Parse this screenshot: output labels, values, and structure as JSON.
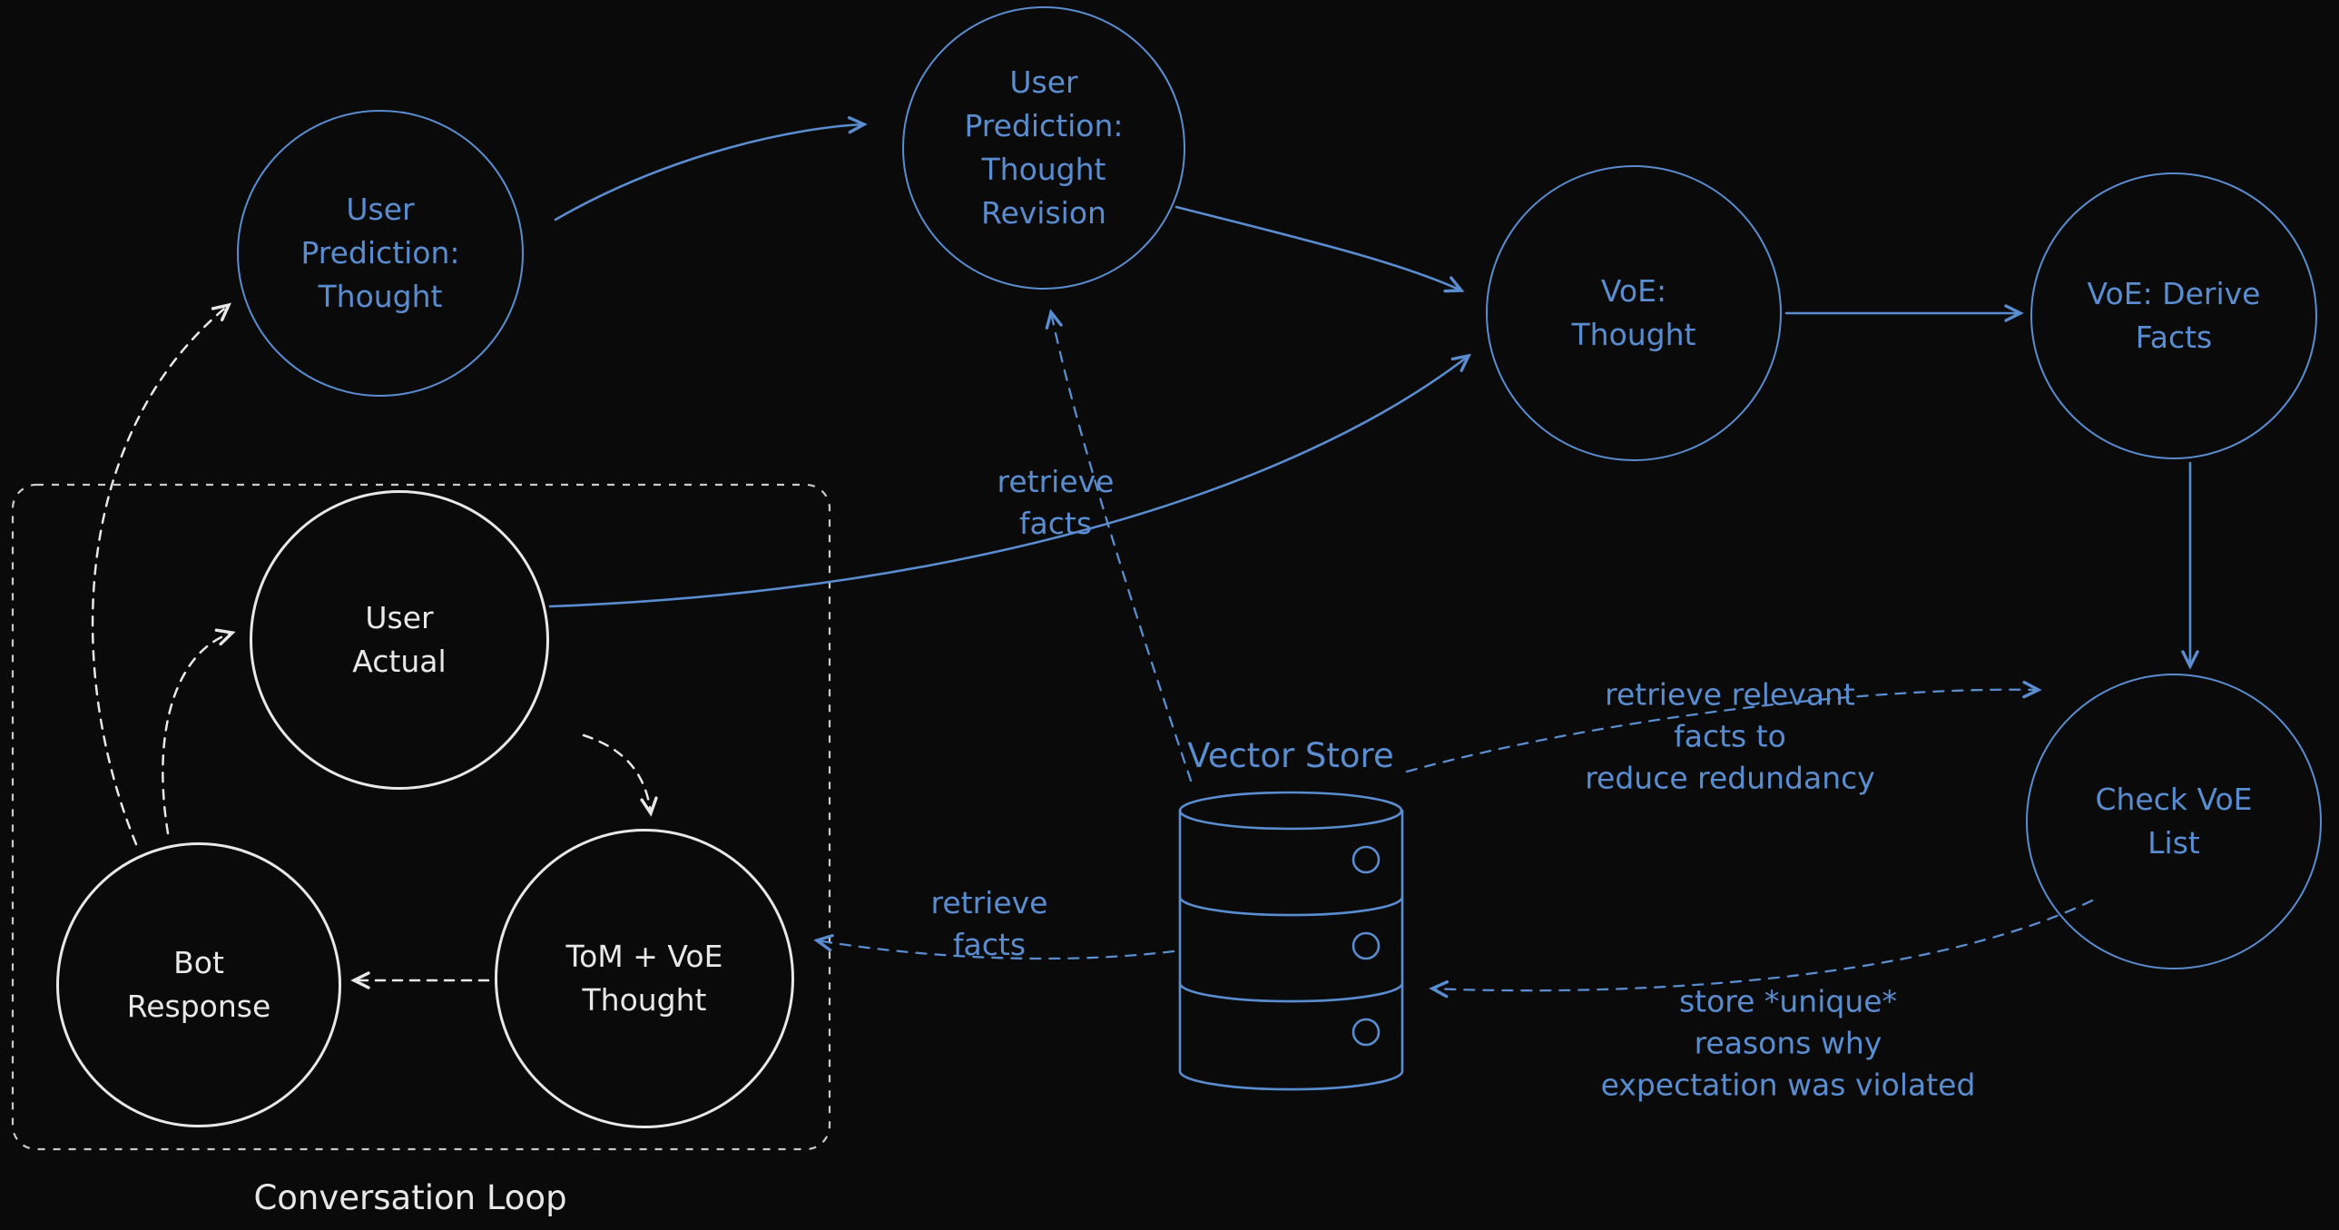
{
  "colors": {
    "background": "#0a0a0a",
    "blue": "#5a8dd0",
    "white": "#e8e8e8"
  },
  "nodes": {
    "user_prediction_thought": {
      "label": "User\nPrediction:\nThought"
    },
    "user_prediction_thought_revision": {
      "label": "User\nPrediction:\nThought\nRevision"
    },
    "voe_thought": {
      "label": "VoE:\nThought"
    },
    "voe_derive_facts": {
      "label": "VoE: Derive\nFacts"
    },
    "check_voe_list": {
      "label": "Check VoE\nList"
    },
    "user_actual": {
      "label": "User\nActual"
    },
    "bot_response": {
      "label": "Bot\nResponse"
    },
    "tom_voe_thought": {
      "label": "ToM + VoE\nThought"
    }
  },
  "labels": {
    "vector_store": "Vector Store",
    "retrieve_facts_top": "retrieve\nfacts",
    "retrieve_facts_left": "retrieve\nfacts",
    "retrieve_relevant": "retrieve relevant\nfacts to\nreduce redundancy",
    "store_unique": "store *unique*\nreasons why\nexpectation was violated",
    "conversation_loop": "Conversation Loop"
  }
}
